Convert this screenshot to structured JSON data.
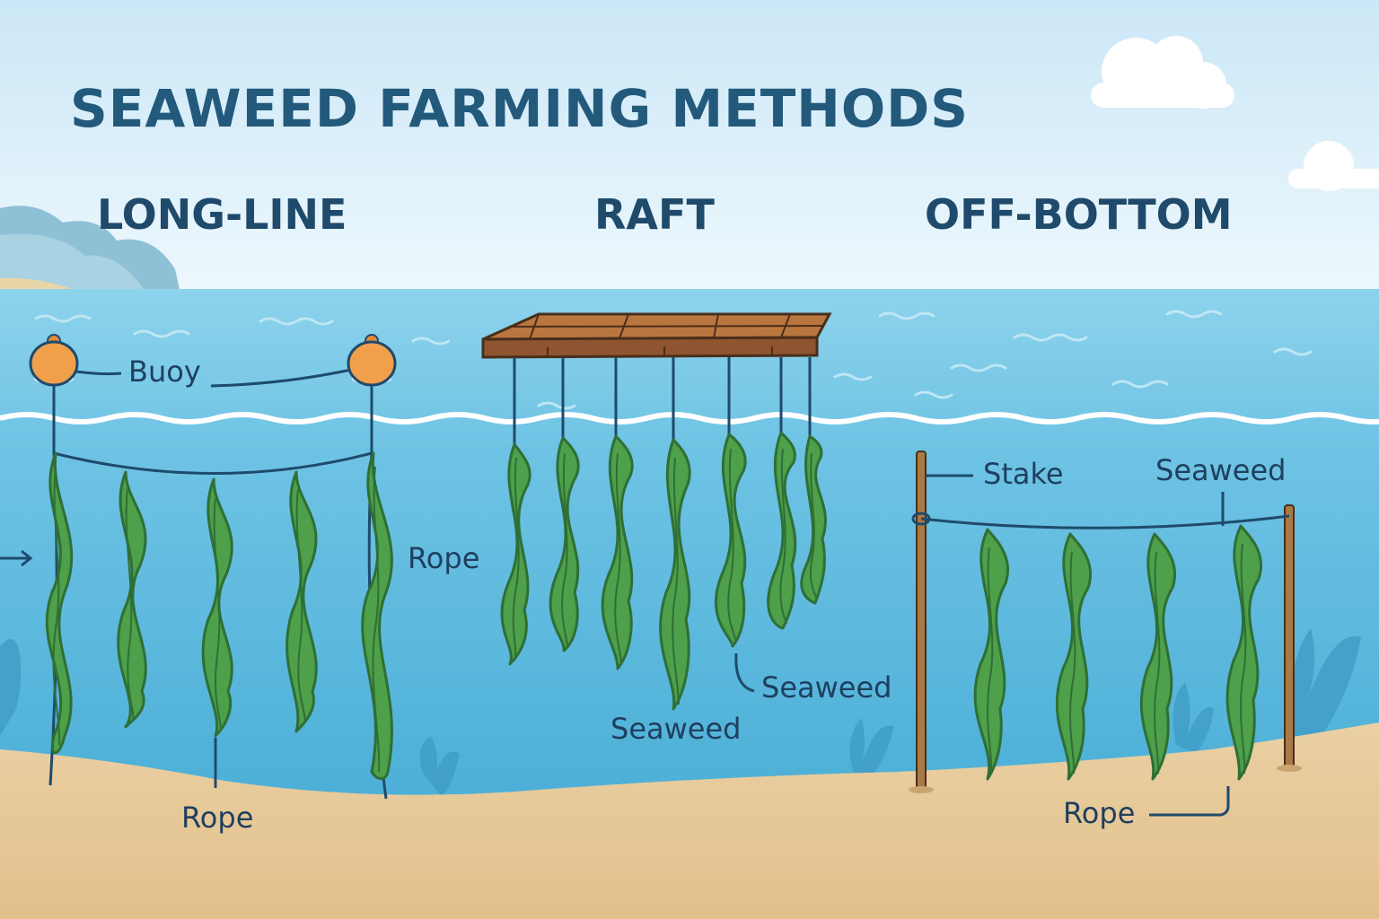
{
  "title": "SEAWEED FARMING METHODS",
  "methods": {
    "longline": {
      "heading": "LONG-LINE",
      "buoy_label": "Buoy",
      "rope_label_right": "Rope",
      "rope_label_bottom": "Rope"
    },
    "raft": {
      "heading": "RAFT",
      "seaweed_label_bottom": "Seaweed",
      "seaweed_label_right": "Seaweed"
    },
    "offbottom": {
      "heading": "OFF-BOTTOM",
      "stake_label": "Stake",
      "seaweed_label": "Seaweed",
      "rope_label": "Rope"
    }
  },
  "colors": {
    "sky_top": "#cfe8f7",
    "sky_bottom": "#eef7fc",
    "water_top": "#7cc9e6",
    "water_deep": "#4fb0d6",
    "sand": "#e6c99a",
    "seaweed": "#4ea04a",
    "seaweed_edge": "#2f6f36",
    "buoy": "#f0a04b",
    "raft_wood": "#a8693a",
    "stake": "#a87a46",
    "rope": "#1f4a6b",
    "text": "#1f4a6b"
  }
}
